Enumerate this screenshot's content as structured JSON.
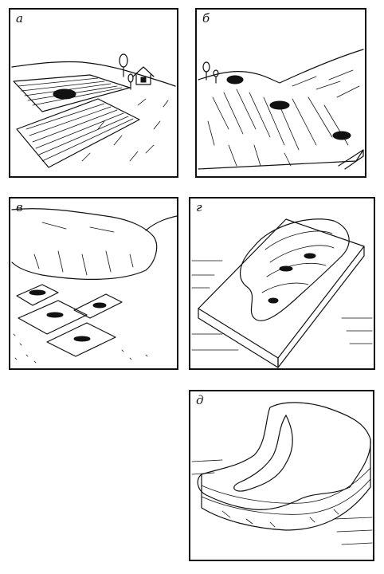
{
  "figure": {
    "panels": [
      {
        "id": "a",
        "label": "а"
      },
      {
        "id": "b",
        "label": "б"
      },
      {
        "id": "v",
        "label": "в"
      },
      {
        "id": "g",
        "label": "г"
      },
      {
        "id": "d",
        "label": "д"
      }
    ]
  }
}
